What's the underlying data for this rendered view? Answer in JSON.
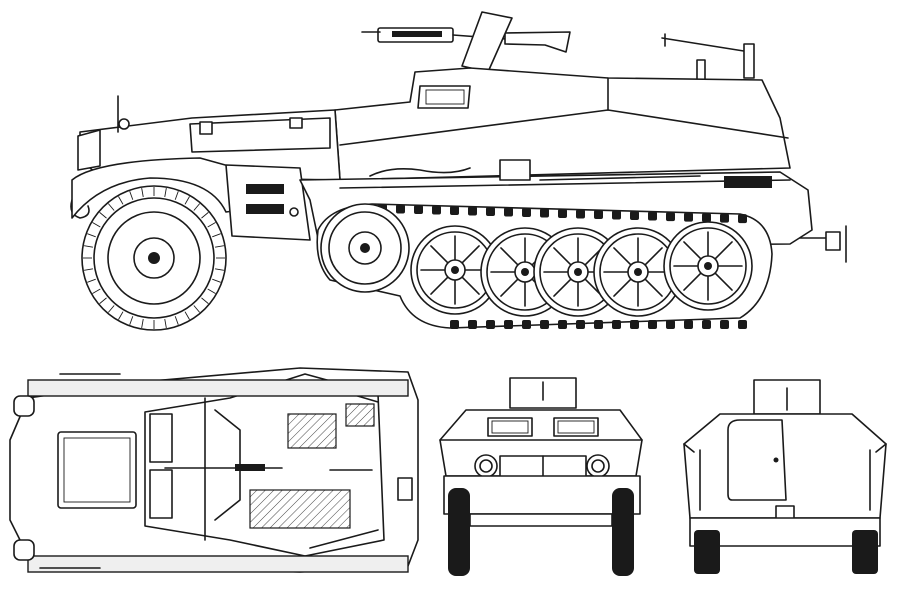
{
  "drawing": {
    "subject": "",
    "views": [
      {
        "id": "side",
        "label": ""
      },
      {
        "id": "top",
        "label": ""
      },
      {
        "id": "front",
        "label": ""
      },
      {
        "id": "rear",
        "label": ""
      }
    ]
  },
  "colors": {
    "ink": "#1a1a1a",
    "paper": "#ffffff",
    "panel_shade": "#efefef"
  }
}
